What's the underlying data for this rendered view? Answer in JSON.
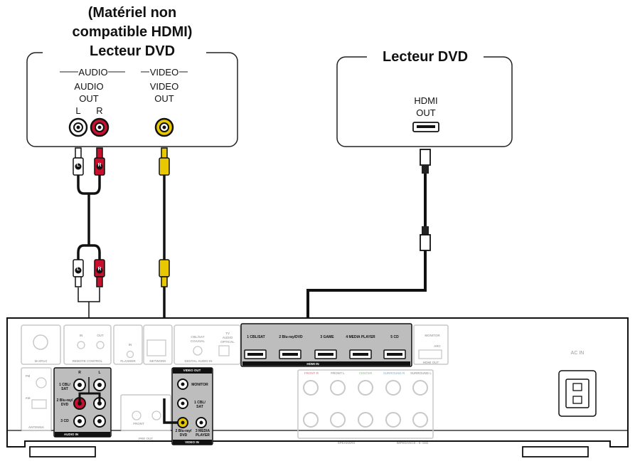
{
  "left_device": {
    "title_line1": "(Matériel non",
    "title_line2": "compatible HDMI)",
    "title_line3": "Lecteur DVD",
    "audio_group": "AUDIO",
    "video_group": "VIDEO",
    "audio_out_1": "AUDIO",
    "audio_out_2": "OUT",
    "video_out_1": "VIDEO",
    "video_out_2": "OUT",
    "left_label": "L",
    "right_label": "R"
  },
  "right_device": {
    "title": "Lecteur DVD",
    "hdmi_1": "HDMI",
    "hdmi_2": "OUT"
  },
  "cable_plugs": {
    "left": "L",
    "right": "R"
  },
  "receiver": {
    "m_xport": "M-XPort",
    "remote_in": "IN",
    "remote_out": "OUT",
    "remote_control": "REMOTE CONTROL",
    "flasher_in": "IN",
    "flasher": "FLASHER",
    "network": "NETWORK",
    "cbl_sat_coaxial_1": "CBL/SAT",
    "cbl_sat_coaxial_2": "COAXIAL",
    "tv_audio_1": "TV",
    "tv_audio_2": "AUDIO",
    "tv_audio_3": "OPTICAL",
    "digital_audio_in": "DIGITAL AUDIO IN",
    "hdmi_ports": [
      "1 CBL/SAT",
      "2 Blu-ray/DVD",
      "3 GAME",
      "4 MEDIA PLAYER",
      "5 CD"
    ],
    "hdmi_in": "HDMI IN",
    "monitor": "MONITOR",
    "arc": "ARC",
    "hdmi_out": "HDMI OUT",
    "ac_in": "AC IN",
    "fm": "FM",
    "am": "AM",
    "antenna": "ANTENNA",
    "audio_in_r": "R",
    "audio_in_l": "L",
    "audio_in_1": "1 CBL/ SAT",
    "audio_in_2": "2 Blu-ray/ DVD",
    "audio_in_3": "3 CD",
    "audio_in": "AUDIO IN",
    "pre_out": "PRE OUT",
    "front": "FRONT",
    "video_out": "VIDEO OUT",
    "video_monitor": "MONITOR",
    "video_in_1": "1 CBL/ SAT",
    "video_in_2": "2 Blu-ray/ DVD",
    "video_in_3": "3 MEDIA PLAYER",
    "video_in": "VIDEO IN",
    "sp_front_r": "FRONT R",
    "sp_front_l": "FRONT L",
    "sp_center": "CENTER",
    "sp_surround_r": "SURROUND R",
    "sp_surround_l": "SURROUND L",
    "speakers": "SPEAKERS",
    "impedance": "IMPEDANCE : 6~16Ω"
  },
  "colors": {
    "red": "#c8102e",
    "yellow": "#e8c800",
    "dark": "#1a1a1a",
    "grey": "#b4b4b4"
  }
}
